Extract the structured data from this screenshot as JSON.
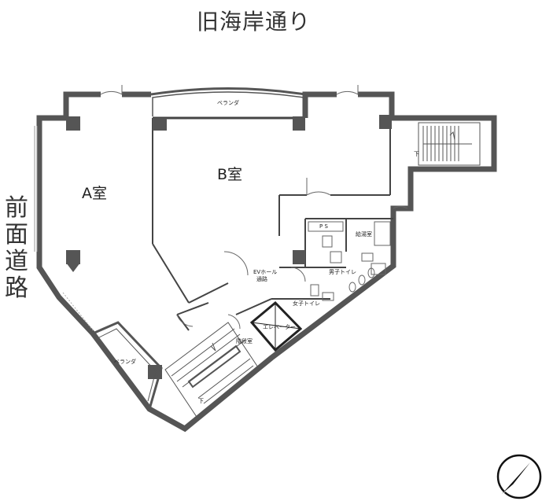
{
  "streets": {
    "top": "旧海岸通り",
    "left": "前面道路"
  },
  "rooms": {
    "a": "A室",
    "b": "B室"
  },
  "labels": {
    "veranda_top": "ベランダ",
    "veranda_bottom": "ベランダ",
    "ps": "P S",
    "kitchenette": "給湯室",
    "ev_hall": "EVホール",
    "corridor": "通路",
    "mens_toilet": "男子トイレ",
    "womens_toilet": "女子トイレ",
    "elevator": "エレベーター",
    "stair_hall": "階段室",
    "down_right": "下",
    "down_bottom": "下"
  }
}
